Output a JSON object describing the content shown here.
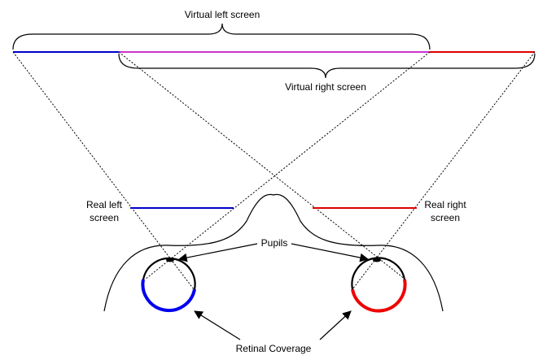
{
  "labels": {
    "virtual_left": "Virtual left screen",
    "virtual_right": "Virtual right screen",
    "real_left_1": "Real left",
    "real_left_2": "screen",
    "real_right_1": "Real right",
    "real_right_2": "screen",
    "pupils": "Pupils",
    "retinal_coverage": "Retinal Coverage"
  },
  "colors": {
    "left": "#0000cc",
    "right": "#dd0000",
    "overlap": "#cc33cc",
    "ink": "#000000",
    "background": "#ffffff"
  }
}
